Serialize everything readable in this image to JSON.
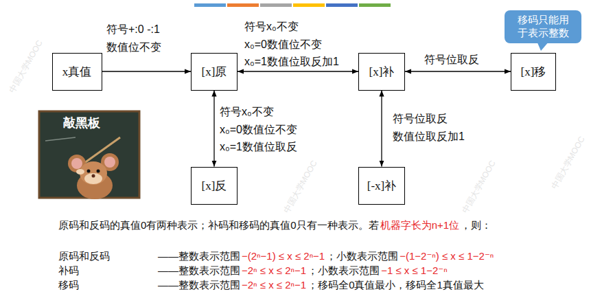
{
  "diagram": {
    "nodes": [
      {
        "text": [
          "x真值"
        ]
      },
      {
        "text": [
          "[x]原"
        ]
      },
      {
        "text": [
          "[x]补"
        ]
      },
      {
        "text": [
          "[x]移"
        ]
      },
      {
        "text": [
          "[x]反"
        ]
      },
      {
        "text": [
          "[-x]补"
        ]
      },
      {
        "text": [
          "移码只能用于表示整数"
        ]
      }
    ],
    "edges": [
      {
        "from": 0,
        "to": 1,
        "arrow": "to",
        "label": "符号+:0 -:1 数值位不变"
      },
      {
        "from": 1,
        "to": 2,
        "arrow": "both",
        "label": "符号x₀不变 x₀=0数值位不变 x₀=1数值位取反加1"
      },
      {
        "from": 2,
        "to": 3,
        "arrow": "both",
        "label": "符号位取反"
      },
      {
        "from": 1,
        "to": 4,
        "arrow": "both",
        "label": "符号x₀不变 x₀=0数值位不变 x₀=1数值位取反"
      },
      {
        "from": 2,
        "to": 5,
        "arrow": "both",
        "label": "符号位取反 数值位取反加1"
      }
    ],
    "labels": [
      "敲黑板",
      "原码和反码的真值0有两种表示；补码和移码的真值0只有一种表示。若",
      "机器字长为n+1位",
      "，则：",
      "原码和反码",
      "——整数表示范围",
      "−(2ⁿ−1) ≤ x ≤ 2ⁿ−1",
      "；小数表示范围",
      "−(1−2⁻ⁿ) ≤ x ≤ 1−2⁻ⁿ",
      "补码",
      "——整数表示范围",
      "−2ⁿ ≤ x ≤ 2ⁿ−1",
      "；小数表示范围",
      "−1 ≤ x ≤ 1−2⁻ⁿ",
      "移码",
      "——整数表示范围",
      "−2ⁿ ≤ x ≤ 2ⁿ−1",
      "；移码全0真值最小，移码全1真值最大",
      "中国大学MOOC",
      "中国大学MOOC",
      "中国大学MOOC",
      "中国大学MOOC"
    ]
  }
}
